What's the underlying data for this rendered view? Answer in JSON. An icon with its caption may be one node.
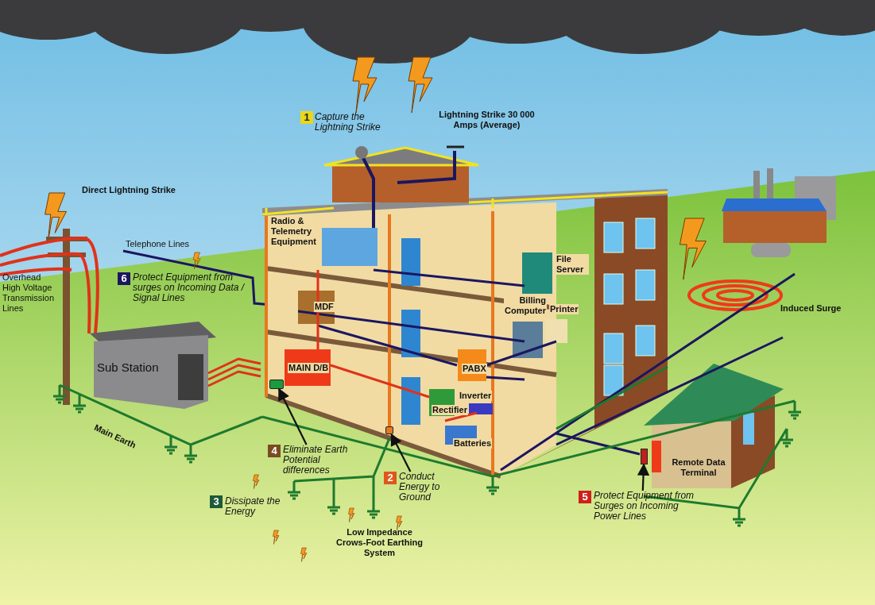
{
  "diagram": {
    "nodes": [
      {
        "text": [
          "4",
          "Eliminate Earth Potential differences"
        ]
      },
      {
        "text": [],
        "shape": "bar"
      },
      {
        "text": [
          "2",
          "Conduct Energy to Ground"
        ]
      },
      {
        "text": [],
        "shape": "bar"
      },
      {
        "text": [
          "5",
          "Protect Equipment from Surges on Incoming Power Lines"
        ]
      },
      {
        "text": [],
        "shape": "box"
      }
    ],
    "edges": [
      {
        "from": 0,
        "to": 1,
        "arrow": "to"
      },
      {
        "from": 2,
        "to": 3,
        "arrow": "to"
      },
      {
        "from": 4,
        "to": 5,
        "arrow": "to"
      }
    ],
    "labels": [
      "1",
      "Capture the Lightning Strike",
      "Lightning Strike 30 000 Amps (Average)",
      "Direct Lightning Strike",
      "Radio & Telemetry Equipment",
      "Telephone Lines",
      "File Server",
      "Overhead High Voltage Transmission Lines",
      "6",
      "Protect Equipment from surges on Incoming Data / Signal Lines",
      "MDF",
      "Billing Computer",
      "Printer",
      "Induced Surge",
      "Sub Station",
      "MAIN D/B",
      "PABX",
      "Inverter",
      "Rectifier",
      "Batteries",
      "Main Earth",
      "Remote Data Terminal",
      "3",
      "Dissipate the Energy",
      "Low Impedance Crows-Foot Earthing System"
    ]
  }
}
